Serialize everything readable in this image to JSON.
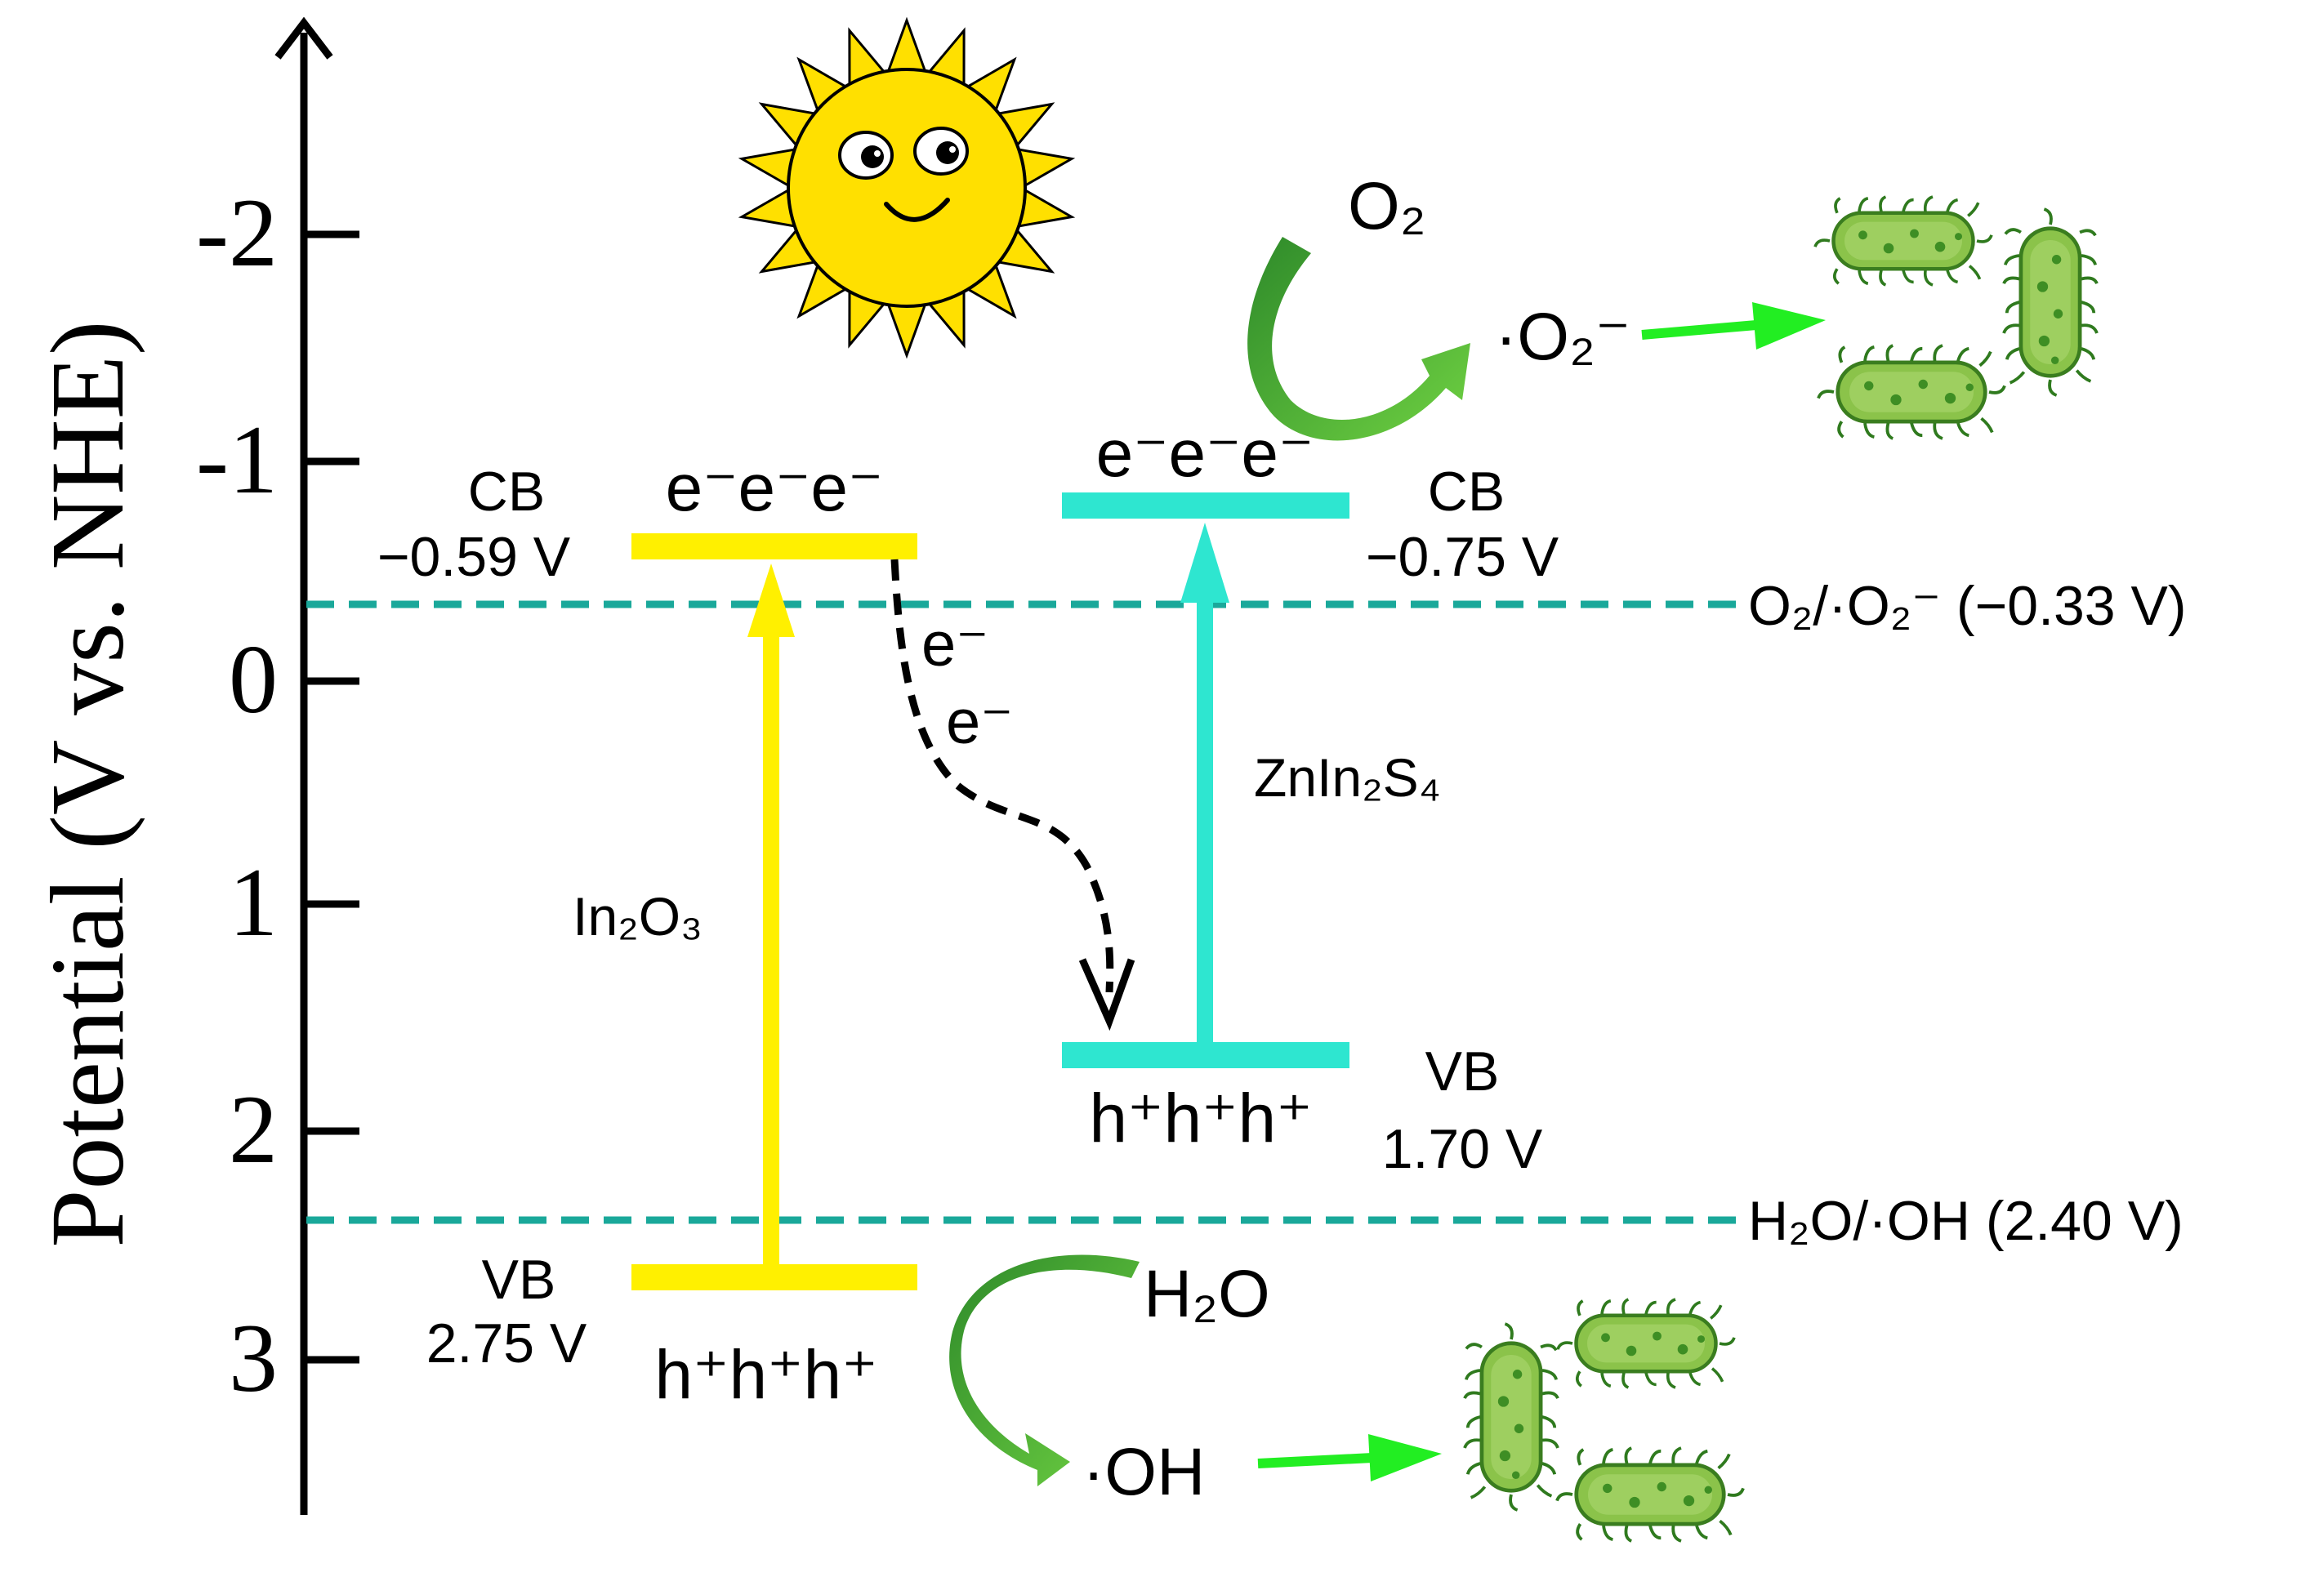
{
  "axis": {
    "label": "Potential (V vs. NHE)",
    "ticks": [
      "-2",
      "-1",
      "0",
      "1",
      "2",
      "3"
    ]
  },
  "in2o3": {
    "name": "In₂O₃",
    "cb_label": "CB",
    "cb_value": "−0.59 V",
    "vb_label": "VB",
    "vb_value": "2.75 V",
    "electrons": "e⁻e⁻e⁻",
    "holes": "h⁺h⁺h⁺",
    "color": "#FFF000"
  },
  "znin2s4": {
    "name": "ZnIn₂S₄",
    "cb_label": "CB",
    "cb_value": "−0.75 V",
    "vb_label": "VB",
    "vb_value": "1.70 V",
    "electrons": "e⁻e⁻e⁻",
    "holes": "h⁺h⁺h⁺",
    "color": "#2EE6D0"
  },
  "transfer": {
    "electron_1": "e⁻",
    "electron_2": "e⁻"
  },
  "reference_lines": {
    "o2": "O₂/·O₂⁻ (−0.33 V)",
    "h2o": "H₂O/·OH (2.40 V)",
    "color": "#1AA89A"
  },
  "reactions": {
    "o2_reactant": "O₂",
    "o2_product": "·O₂⁻",
    "h2o_reactant": "H₂O",
    "h2o_product": "·OH"
  },
  "icons": {
    "sun": "sun-icon",
    "bacteria": "bacteria-icon"
  }
}
